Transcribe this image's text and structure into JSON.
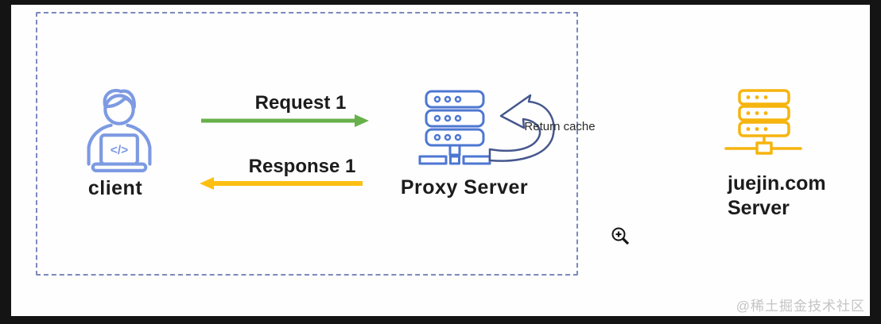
{
  "diagram": {
    "title_hint": "proxy cache flow diagram",
    "nodes": {
      "client": {
        "label": "client"
      },
      "proxy": {
        "label": "Proxy Server"
      },
      "origin": {
        "label": "juejin.com\nServer"
      }
    },
    "edges": {
      "request": {
        "label": "Request 1",
        "direction": "right"
      },
      "response": {
        "label": "Response 1",
        "direction": "left"
      },
      "return_cache": {
        "label": "Return cache",
        "direction": "curved-left"
      }
    },
    "icons": {
      "client_icon": "person-with-laptop-icon",
      "client_code_glyph": "</>",
      "proxy_icon": "server-rack-icon",
      "origin_icon": "server-rack-icon",
      "cursor_icon": "zoom-in-cursor-icon"
    },
    "colors": {
      "client_blue": "#7d9ae2",
      "proxy_blue": "#4d77d2",
      "origin_yellow": "#f6b40e",
      "request_green": "#68b04a",
      "response_yellow": "#fdc012",
      "cache_arrow_blue": "#46578e",
      "boundary_dash": "#7d88bb",
      "text": "#1c1c1c",
      "watermark_gray": "#c4c4c4"
    },
    "watermark": "@稀土掘金技术社区"
  }
}
